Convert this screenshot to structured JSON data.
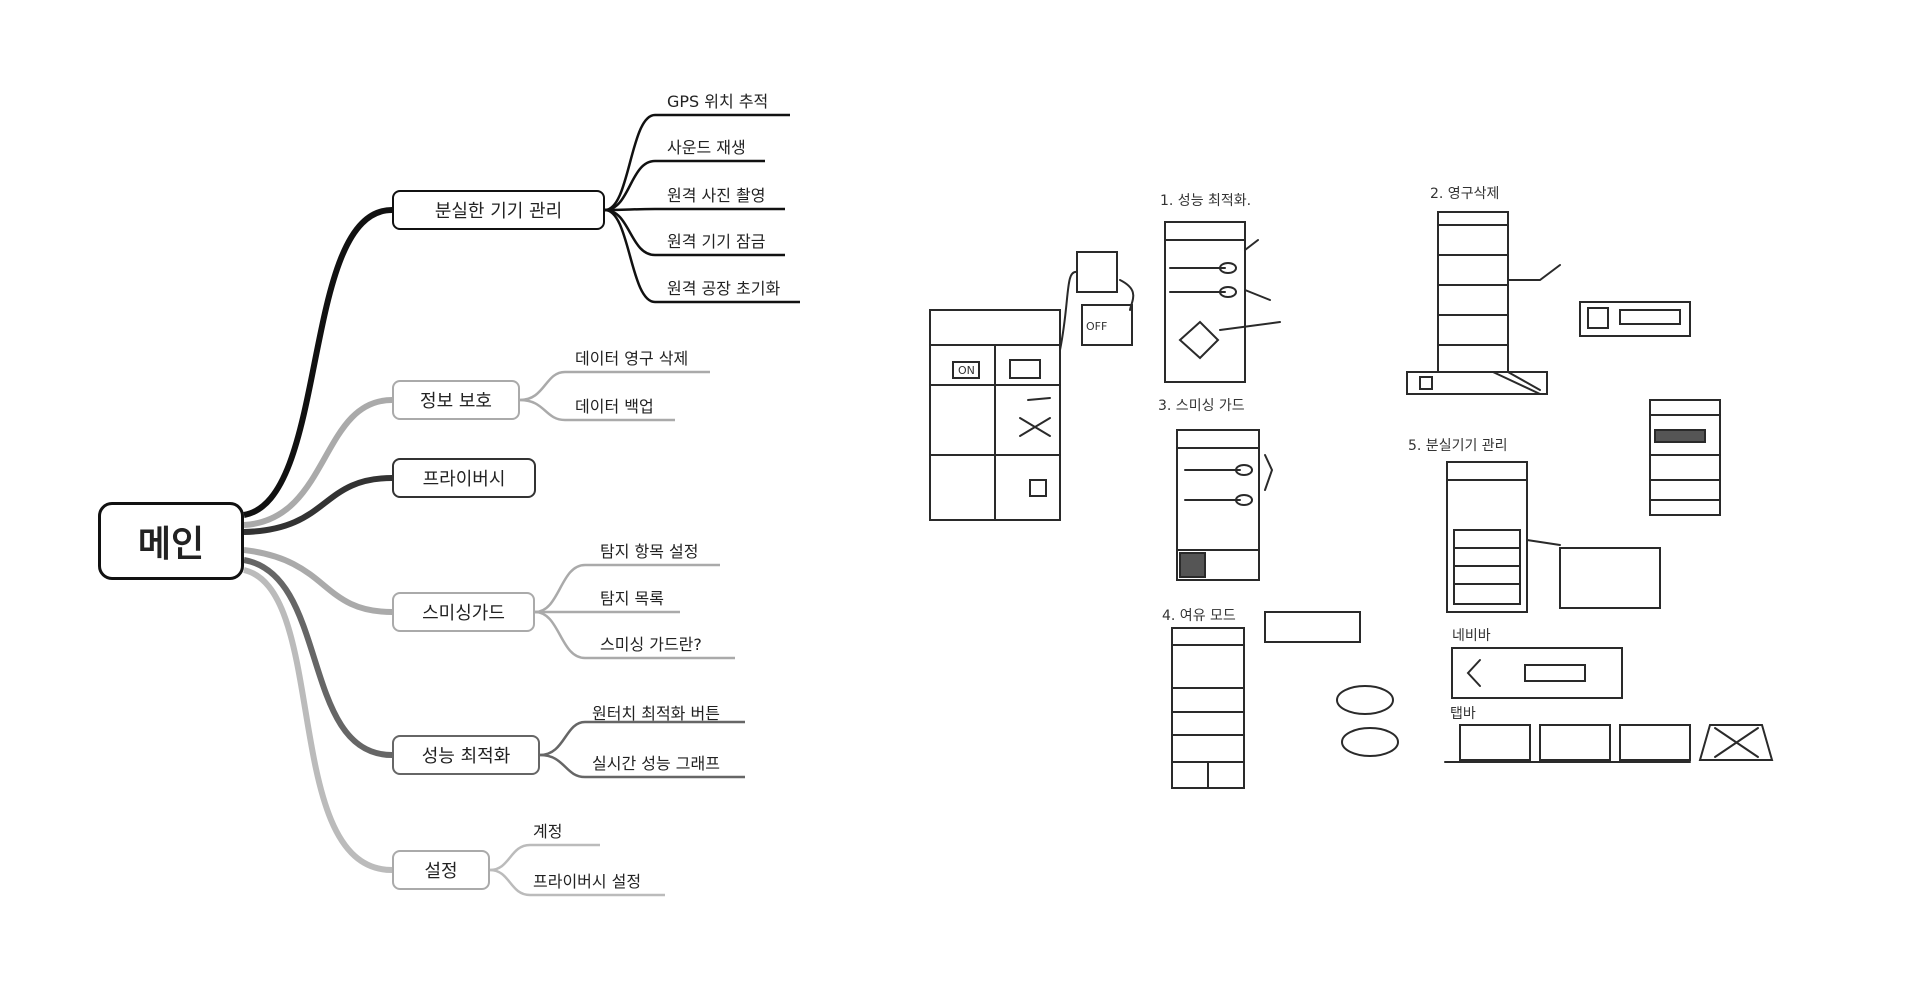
{
  "mindmap": {
    "root": "메인",
    "branches": [
      {
        "label": "분실한 기기 관리",
        "children": [
          "GPS 위치 추적",
          "사운드 재생",
          "원격 사진 촬영",
          "원격 기기 잠금",
          "원격 공장 초기화"
        ]
      },
      {
        "label": "정보 보호",
        "children": [
          "데이터 영구 삭제",
          "데이터 백업"
        ]
      },
      {
        "label": "프라이버시",
        "children": []
      },
      {
        "label": "스미싱가드",
        "children": [
          "탐지 항목 설정",
          "탐지 목록",
          "스미싱 가드란?"
        ]
      },
      {
        "label": "성능 최적화",
        "children": [
          "원터치 최적화 버튼",
          "실시간 성능 그래프"
        ]
      },
      {
        "label": "설정",
        "children": [
          "계정",
          "프라이버시 설정"
        ]
      }
    ]
  },
  "sketch": {
    "labels": [
      "1. 성능 최적화.",
      "2. 영구삭제",
      "3. 스미싱 가드",
      "4. 여유 모드",
      "5. 분실기기 관리",
      "네비바",
      "탭바",
      "ON",
      "OFF"
    ]
  }
}
